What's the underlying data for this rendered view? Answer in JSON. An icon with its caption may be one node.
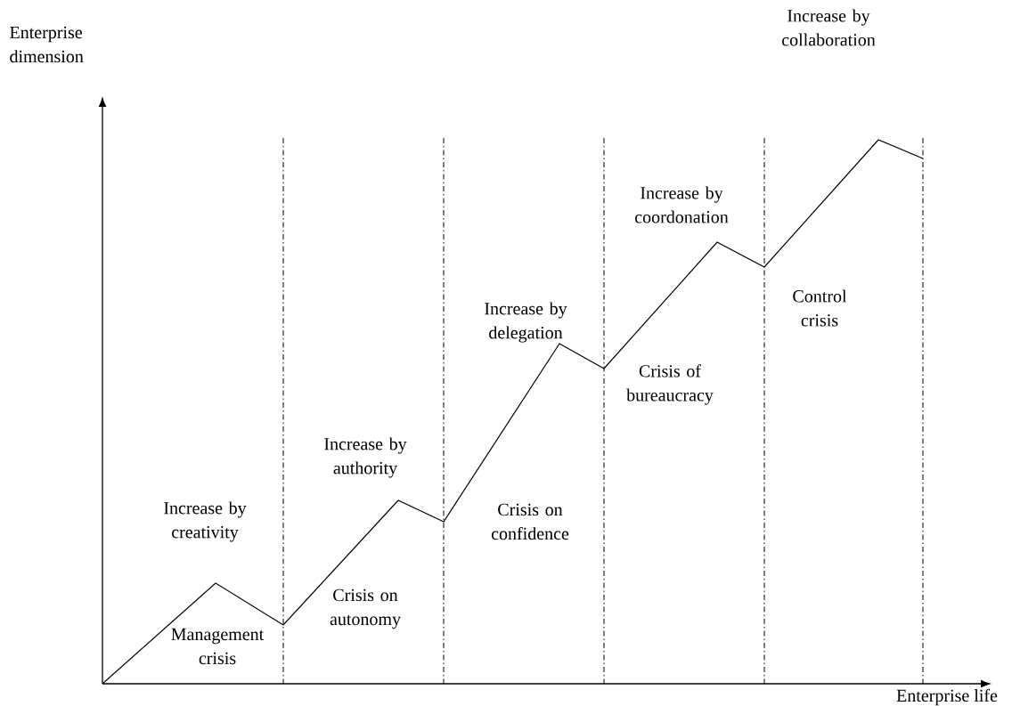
{
  "diagram": {
    "labels": [
      "Enterprise dimension",
      "Increase by collaboration",
      "Increase by coordonation",
      "Control crisis",
      "Increase by delegation",
      "Crisis of bureaucracy",
      "Increase by authority",
      "Increase by creativity",
      "Crisis on confidence",
      "Crisis on autonomy",
      "Management crisis",
      "Enterprise life"
    ]
  }
}
